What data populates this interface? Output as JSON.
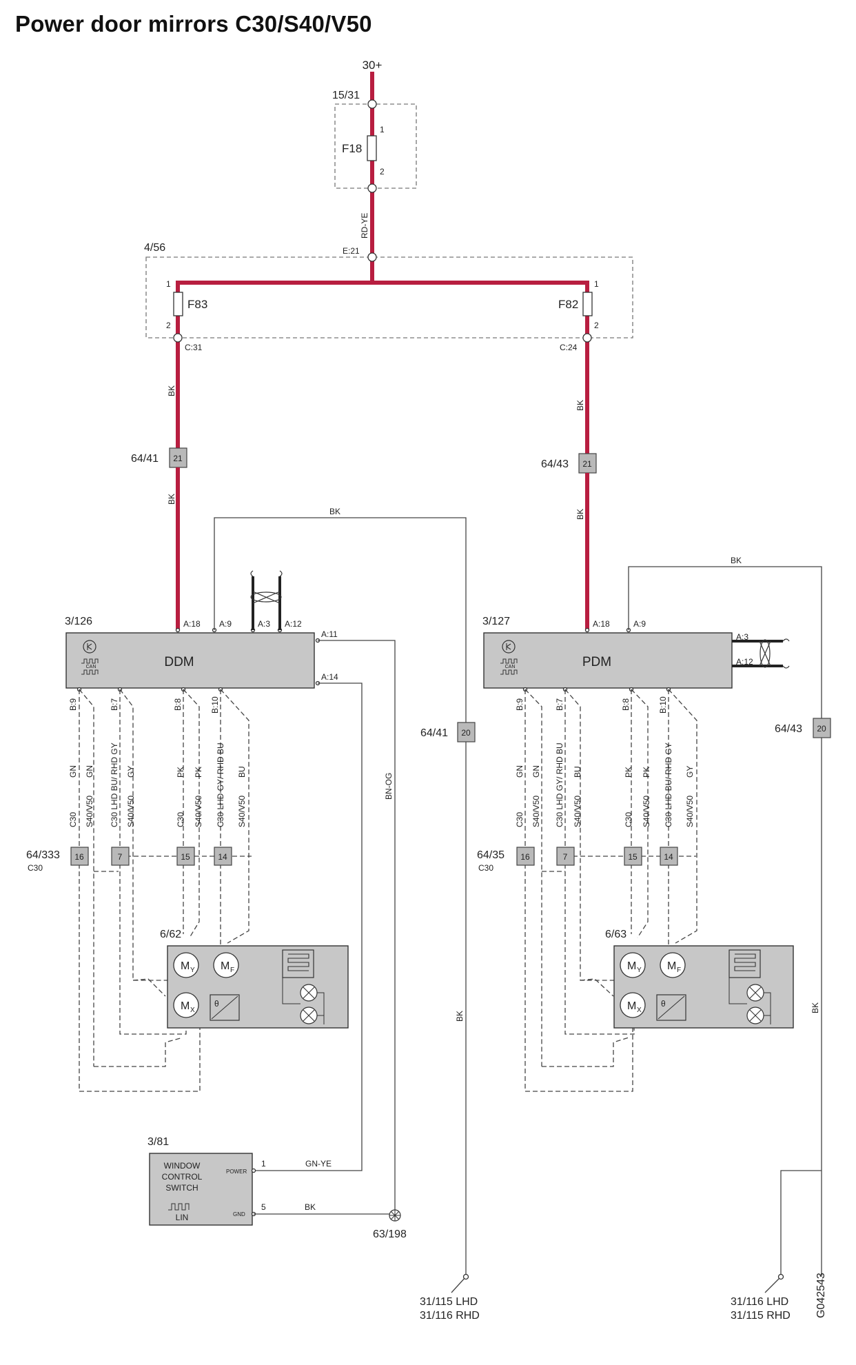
{
  "title": "Power door mirrors C30/S40/V50",
  "code": "G042543",
  "supply": "30+",
  "relay_box": "15/31",
  "fuse_main": "F18",
  "pin1": "1",
  "pin2": "2",
  "wire_rdye": "RD-YE",
  "cem": "4/56",
  "cem_pin": "E:21",
  "fuse_left": "F83",
  "fuse_right": "F82",
  "c31": "C:31",
  "c24": "C:24",
  "bk": "BK",
  "conn_6441": "64/41",
  "conn_6443": "64/43",
  "pin21": "21",
  "pin20": "20",
  "ddm_id": "3/126",
  "ddm": "DDM",
  "pdm_id": "3/127",
  "pdm": "PDM",
  "can": "CAN",
  "lin": "LIN",
  "a18": "A:18",
  "a9": "A:9",
  "a3": "A:3",
  "a12": "A:12",
  "a11": "A:11",
  "a14": "A:14",
  "b9": "B:9",
  "b7": "B:7",
  "b8": "B:8",
  "b10": "B:10",
  "bnog": "BN-OG",
  "ddm_wires": [
    [
      "C30",
      "GN"
    ],
    [
      "S40/V50",
      "GN"
    ],
    [
      "C30 LHD BU/ RHD GY",
      ""
    ],
    [
      "S40/V50",
      "GY"
    ],
    [
      "C30",
      "PK"
    ],
    [
      "S40/V50",
      "PK"
    ],
    [
      "C30 LHD GY/ RHD BU",
      ""
    ],
    [
      "S40/V50",
      "BU"
    ]
  ],
  "pdm_wires": [
    [
      "C30",
      "GN"
    ],
    [
      "S40/V50",
      "GN"
    ],
    [
      "C30 LHD GY/ RHD BU",
      ""
    ],
    [
      "S40/V50",
      "BU"
    ],
    [
      "C30",
      "PK"
    ],
    [
      "S40/V50",
      "PK"
    ],
    [
      "C30 LHD BU/ RHD GY",
      ""
    ],
    [
      "S40/V50",
      "GY"
    ]
  ],
  "conn_64333": "64/333",
  "conn_6435": "64/35",
  "c30": "C30",
  "pins_row": [
    "16",
    "7",
    "15",
    "14"
  ],
  "mirror_left": "6/62",
  "mirror_right": "6/63",
  "motor_m": "M",
  "sub_y": "Y",
  "sub_f": "F",
  "sub_x": "X",
  "theta": "θ",
  "wcs_id": "3/81",
  "wcs_lines": [
    "WINDOW",
    "CONTROL",
    "SWITCH"
  ],
  "power": "POWER",
  "gnd": "GND",
  "pin5": "5",
  "gnye": "GN-YE",
  "ground_pt": "63/198",
  "gnd_left": [
    "31/115 LHD",
    "31/116 RHD"
  ],
  "gnd_right": [
    "31/116 LHD",
    "31/115 RHD"
  ]
}
